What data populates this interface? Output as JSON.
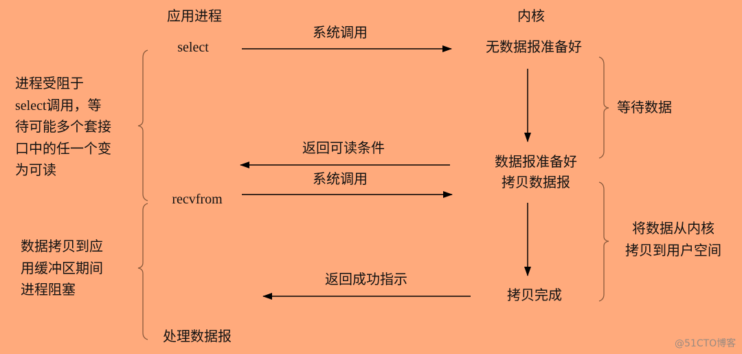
{
  "headers": {
    "app": "应用进程",
    "kernel": "内核"
  },
  "app_side": {
    "select": "select",
    "recvfrom": "recvfrom",
    "process": "处理数据报"
  },
  "arrows": {
    "syscall1": "系统调用",
    "return_readable": "返回可读条件",
    "syscall2": "系统调用",
    "return_success": "返回成功指示"
  },
  "kernel_side": {
    "no_data": "无数据报准备好",
    "data_ready": "数据报准备好",
    "copy_data": "拷贝数据报",
    "copy_done": "拷贝完成"
  },
  "phases": {
    "wait_data": "等待数据",
    "copy_line1": "将数据从内核",
    "copy_line2": "拷贝到用户空间"
  },
  "notes": {
    "blocked_select": "进程受阻于\nselect调用，等\n待可能多个套接\n口中的任一个变\n为可读",
    "blocked_copy": "数据拷贝到应\n用缓冲区期间\n进程阻塞"
  },
  "watermark": "@51CTO博客",
  "colors": {
    "background": "#FFAA7C",
    "brace": "#8a5a3c",
    "arrow": "#000000"
  }
}
